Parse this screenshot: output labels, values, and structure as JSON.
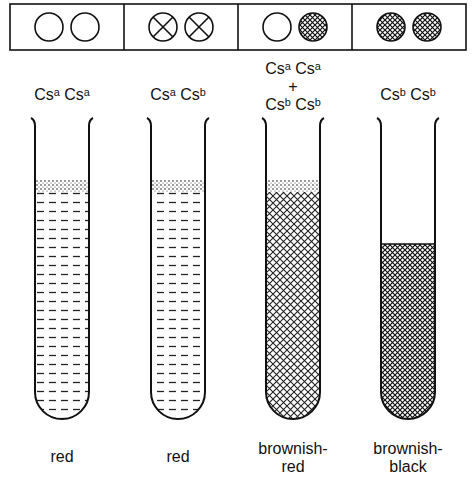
{
  "diagram": {
    "labels": [
      "Csᵃ Csᵃ",
      "Csᵃ Csᵇ",
      "Csᵃ Csᵃ",
      "+",
      "Csᵇ Csᵇ",
      "Csᵇ Csᵇ",
      "red",
      "red",
      "brownish-red",
      "brownish-black"
    ]
  }
}
